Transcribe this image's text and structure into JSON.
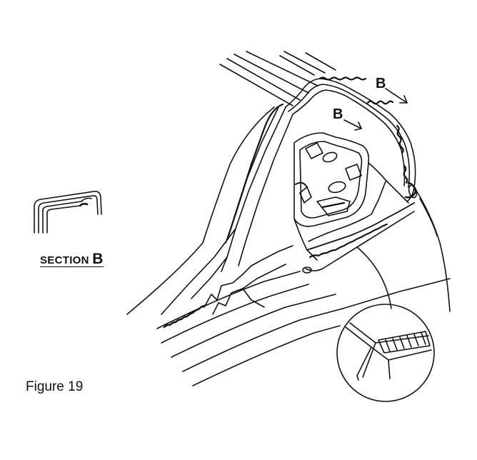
{
  "figure": {
    "caption": "Figure 19",
    "section_label": "SECTION ",
    "section_letter": "B",
    "cut_marker_upper": "B",
    "cut_marker_lower": "B"
  },
  "colors": {
    "ink": "#111111",
    "paper": "#ffffff"
  }
}
